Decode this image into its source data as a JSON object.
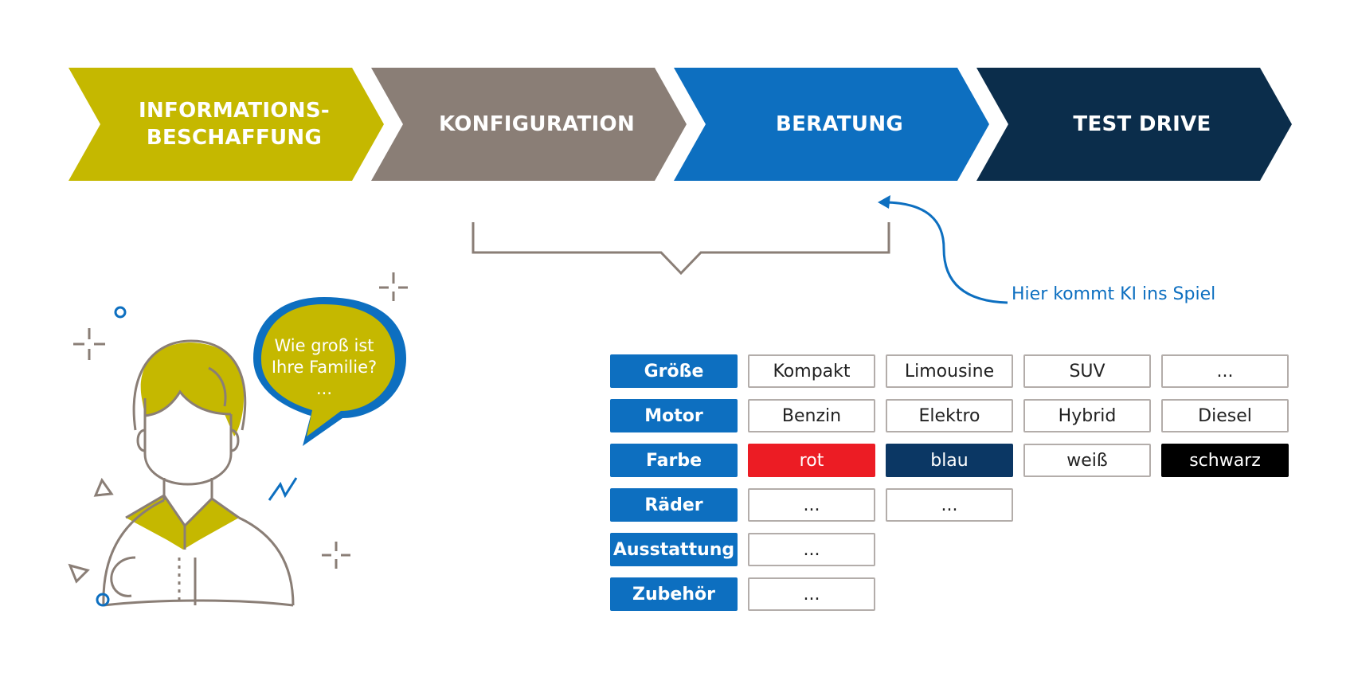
{
  "colors": {
    "olive": "#c5b800",
    "taupe": "#8a7e76",
    "blue": "#0d6fc0",
    "navy": "#0b2d4b",
    "red": "#ec1c24",
    "dark_blue": "#0b3764",
    "black": "#000000",
    "white": "#ffffff"
  },
  "process": {
    "steps": [
      {
        "label": "INFORMATIONS-\nBESCHAFFUNG",
        "color": "#c5b800"
      },
      {
        "label": "KONFIGURATION",
        "color": "#8a7e76"
      },
      {
        "label": "BERATUNG",
        "color": "#0d6fc0"
      },
      {
        "label": "TEST DRIVE",
        "color": "#0b2d4b"
      }
    ]
  },
  "ki_note": "Hier kommt KI ins Spiel",
  "speech_bubble": {
    "line1": "Wie groß ist",
    "line2": "Ihre Familie?",
    "line3": "..."
  },
  "config_table": {
    "rows": [
      {
        "label": "Größe",
        "options": [
          {
            "text": "Kompakt",
            "fill": "#ffffff",
            "text_color": "#222222"
          },
          {
            "text": "Limousine",
            "fill": "#ffffff",
            "text_color": "#222222"
          },
          {
            "text": "SUV",
            "fill": "#ffffff",
            "text_color": "#222222"
          },
          {
            "text": "...",
            "fill": "#ffffff",
            "text_color": "#222222"
          }
        ]
      },
      {
        "label": "Motor",
        "options": [
          {
            "text": "Benzin",
            "fill": "#ffffff",
            "text_color": "#222222"
          },
          {
            "text": "Elektro",
            "fill": "#ffffff",
            "text_color": "#222222"
          },
          {
            "text": "Hybrid",
            "fill": "#ffffff",
            "text_color": "#222222"
          },
          {
            "text": "Diesel",
            "fill": "#ffffff",
            "text_color": "#222222"
          }
        ]
      },
      {
        "label": "Farbe",
        "options": [
          {
            "text": "rot",
            "fill": "#ec1c24",
            "text_color": "#ffffff"
          },
          {
            "text": "blau",
            "fill": "#0b3764",
            "text_color": "#ffffff"
          },
          {
            "text": "weiß",
            "fill": "#ffffff",
            "text_color": "#222222"
          },
          {
            "text": "schwarz",
            "fill": "#000000",
            "text_color": "#ffffff"
          }
        ]
      },
      {
        "label": "Räder",
        "options": [
          {
            "text": "...",
            "fill": "#ffffff",
            "text_color": "#222222"
          },
          {
            "text": "...",
            "fill": "#ffffff",
            "text_color": "#222222"
          }
        ]
      },
      {
        "label": "Ausstattung",
        "options": [
          {
            "text": "...",
            "fill": "#ffffff",
            "text_color": "#222222"
          }
        ]
      },
      {
        "label": "Zubehör",
        "options": [
          {
            "text": "...",
            "fill": "#ffffff",
            "text_color": "#222222"
          }
        ]
      }
    ]
  }
}
